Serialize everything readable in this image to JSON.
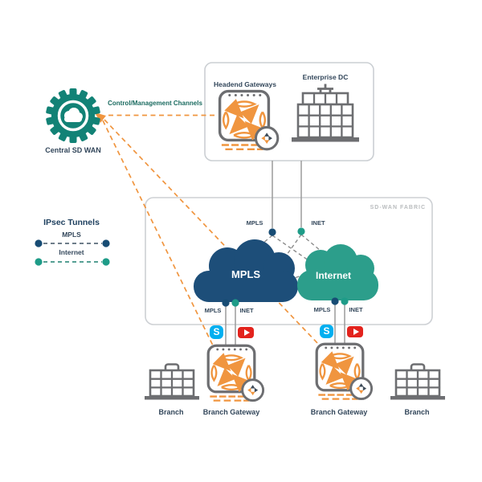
{
  "nodes": {
    "central_sdwan": "Central SD WAN",
    "control_channels": "Control/Management Channels",
    "headend_gateways": "Headend Gateways",
    "enterprise_dc": "Enterprise DC",
    "branch_gateway_left": "Branch Gateway",
    "branch_gateway_right": "Branch Gateway",
    "branch_site_left": "Branch",
    "branch_site_right": "Branch"
  },
  "fabric": {
    "label": "SD-WAN FABRIC",
    "clouds": {
      "mpls": "MPLS",
      "internet": "Internet"
    },
    "headend_links": {
      "mpls": "MPLS",
      "inet": "INET"
    },
    "branch_left_links": {
      "mpls": "MPLS",
      "inet": "INET"
    },
    "branch_right_links": {
      "mpls": "MPLS",
      "inet": "INET"
    }
  },
  "legend": {
    "title": "IPsec Tunnels",
    "mpls_label": "MPLS",
    "internet_label": "Internet"
  },
  "app_icons": {
    "skype_letter": "S"
  },
  "colors": {
    "gear_teal": "#128276",
    "mpls_navy": "#1D4E79",
    "internet_teal": "#2C9E8B",
    "orange": "#F0953F",
    "icon_gray": "#6D6E71",
    "skype_blue": "#00AFF0",
    "youtube_red": "#E3231D"
  }
}
